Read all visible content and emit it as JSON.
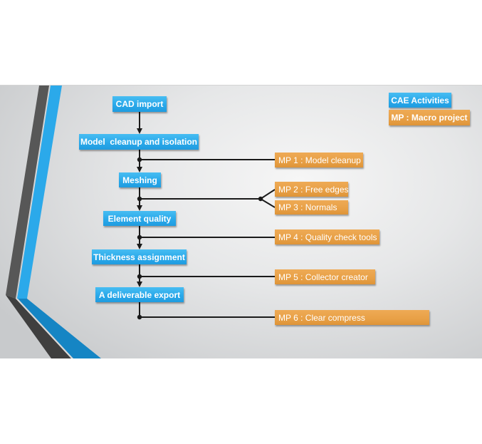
{
  "legend": {
    "cae": "CAE Activities",
    "mp": "MP : Macro project"
  },
  "flow": {
    "steps": [
      "CAD import",
      "Model  cleanup and isolation",
      "Meshing",
      "Element quality",
      "Thickness assignment",
      "A deliverable export"
    ],
    "macro_projects": [
      "MP 1 : Model cleanup",
      "MP 2 : Free edges",
      "MP 3 : Normals",
      "MP 4 : Quality check tools",
      "MP 5 : Collector creator",
      "MP 6 : Clear compress"
    ]
  },
  "colors": {
    "cae_blue": "#2aa9ea",
    "mp_orange": "#e8a046",
    "stripe_dark": "#555555",
    "stripe_blue": "#2aa9ea",
    "connector": "#1a1a1a"
  }
}
